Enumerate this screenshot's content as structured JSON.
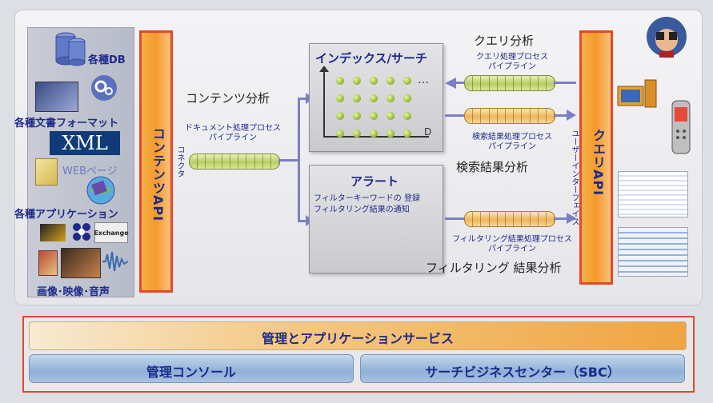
{
  "sources": {
    "db_label": "各種DB",
    "doc_label": "各種文書フォーマット",
    "xml_label": "XML",
    "web_label": "WEBページ",
    "app_label": "各種アプリケーション",
    "exchange_label": "Exchange",
    "media_label": "画像･映像･音声"
  },
  "content_api": {
    "label": "コンテンツAPI",
    "connector": "コネクタ"
  },
  "content_analysis": {
    "heading": "コンテンツ分析",
    "pipeline_label_1": "ドキュメント処理プロセス",
    "pipeline_label_2": "パイプライン"
  },
  "index_box": {
    "title": "インデックス/サーチ",
    "axis_label": "D",
    "ellipsis": "…"
  },
  "alert_box": {
    "title": "アラート",
    "line1": "フィルターキーワードの 登録",
    "line2": "フィルタリング結果の通知"
  },
  "query_analysis": {
    "heading": "クエリ分析",
    "pipeline_label_1": "クエリ処理プロセス",
    "pipeline_label_2": "パイプライン"
  },
  "search_results": {
    "heading": "検索結果分析",
    "pipeline_label_1": "検索結果処理プロセス",
    "pipeline_label_2": "パイプライン"
  },
  "filter_results": {
    "heading": "フィルタリング 結果分析",
    "pipeline_label_1": "フィルタリング結果処理プロセス",
    "pipeline_label_2": "パイプライン"
  },
  "query_api": {
    "label": "クエリAPI",
    "ui_label": "ユーザーインターフェイス"
  },
  "bottom": {
    "mgmt_services": "管理とアプリケーションサービス",
    "console": "管理コンソール",
    "sbc": "サーチビジネスセンター（SBC）"
  },
  "colors": {
    "accent_orange": "#f59a2c",
    "border_red": "#e8472a",
    "text_blue": "#1b2a8a",
    "pipe_green": "#b7cc64"
  }
}
